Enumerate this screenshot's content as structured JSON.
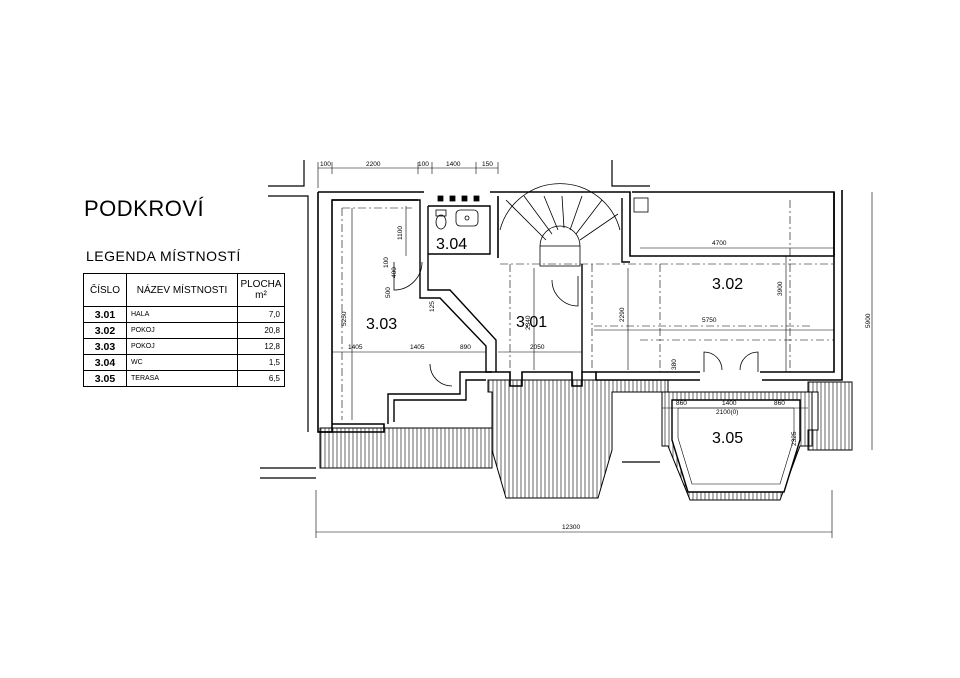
{
  "title": "PODKROVÍ",
  "legend": {
    "title": "LEGENDA  MÍSTNOSTÍ",
    "headers": {
      "number": "ČÍSLO",
      "name": "NÁZEV  MÍSTNOSTI",
      "area": "PLOCHA",
      "area_unit": "m²"
    },
    "rows": [
      {
        "number": "3.01",
        "name": "HALA",
        "area": "7,0"
      },
      {
        "number": "3.02",
        "name": "POKOJ",
        "area": "20,8"
      },
      {
        "number": "3.03",
        "name": "POKOJ",
        "area": "12,8"
      },
      {
        "number": "3.04",
        "name": "WC",
        "area": "1,5"
      },
      {
        "number": "3.05",
        "name": "TERASA",
        "area": "6,5"
      }
    ]
  },
  "rooms": {
    "r301": "3.01",
    "r302": "3.02",
    "r303": "3.03",
    "r304": "3.04",
    "r305": "3.05"
  },
  "dims": {
    "top_100a": "100",
    "top_2200": "2200",
    "top_100b": "100",
    "top_1400": "1400",
    "top_150": "150",
    "d1100": "1100",
    "d100": "100",
    "d400": "400",
    "d500": "500",
    "d125": "125",
    "d5250": "5250",
    "d1405a": "1405",
    "d1405b": "1405",
    "d890": "890",
    "d2050": "2050",
    "d2340": "2340",
    "d2290": "2290",
    "d4700": "4700",
    "d3900": "3900",
    "d5750": "5750",
    "d5900": "5900",
    "d380": "380",
    "d860a": "860",
    "d1400": "1400",
    "d860b": "860",
    "d2100": "2100(0)",
    "d2325": "2325",
    "d12300": "12300"
  }
}
